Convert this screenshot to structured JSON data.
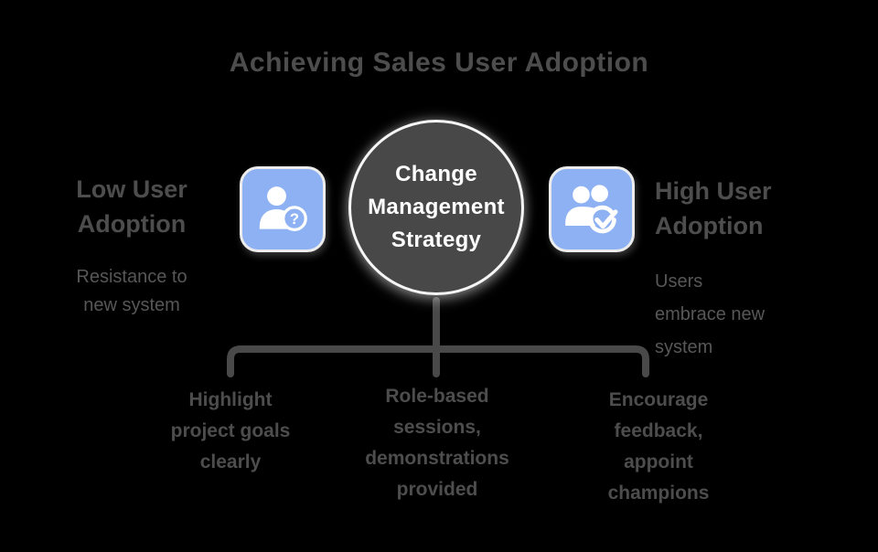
{
  "title": "Achieving Sales User Adoption",
  "center": {
    "label_lines": [
      "Change",
      "Management",
      "Strategy"
    ]
  },
  "left": {
    "heading_lines": [
      "Low User",
      "Adoption"
    ],
    "subtitle_lines": [
      "Resistance to",
      "new system"
    ],
    "icon": "user-question-icon"
  },
  "right": {
    "heading_lines": [
      "High User",
      "Adoption"
    ],
    "subtitle_lines": [
      "Users",
      "embrace new",
      "system"
    ],
    "icon": "users-check-icon"
  },
  "bottom_items": [
    {
      "lines": [
        "Highlight",
        "project goals",
        "clearly"
      ]
    },
    {
      "lines": [
        "Role-based",
        "sessions,",
        "demonstrations",
        "provided"
      ]
    },
    {
      "lines": [
        "Encourage",
        "feedback,",
        "appoint",
        "champions"
      ]
    }
  ],
  "icons": {
    "question_glyph": "?"
  },
  "colors": {
    "bg": "#000000",
    "text_dark": "#4d4d4d",
    "text_mid": "#575757",
    "circle_fill": "#484848",
    "circle_ring": "#f5f5f5",
    "icon_blue": "#8db1f2",
    "icon_border": "#ececec",
    "connector": "#494949",
    "white": "#ffffff"
  }
}
